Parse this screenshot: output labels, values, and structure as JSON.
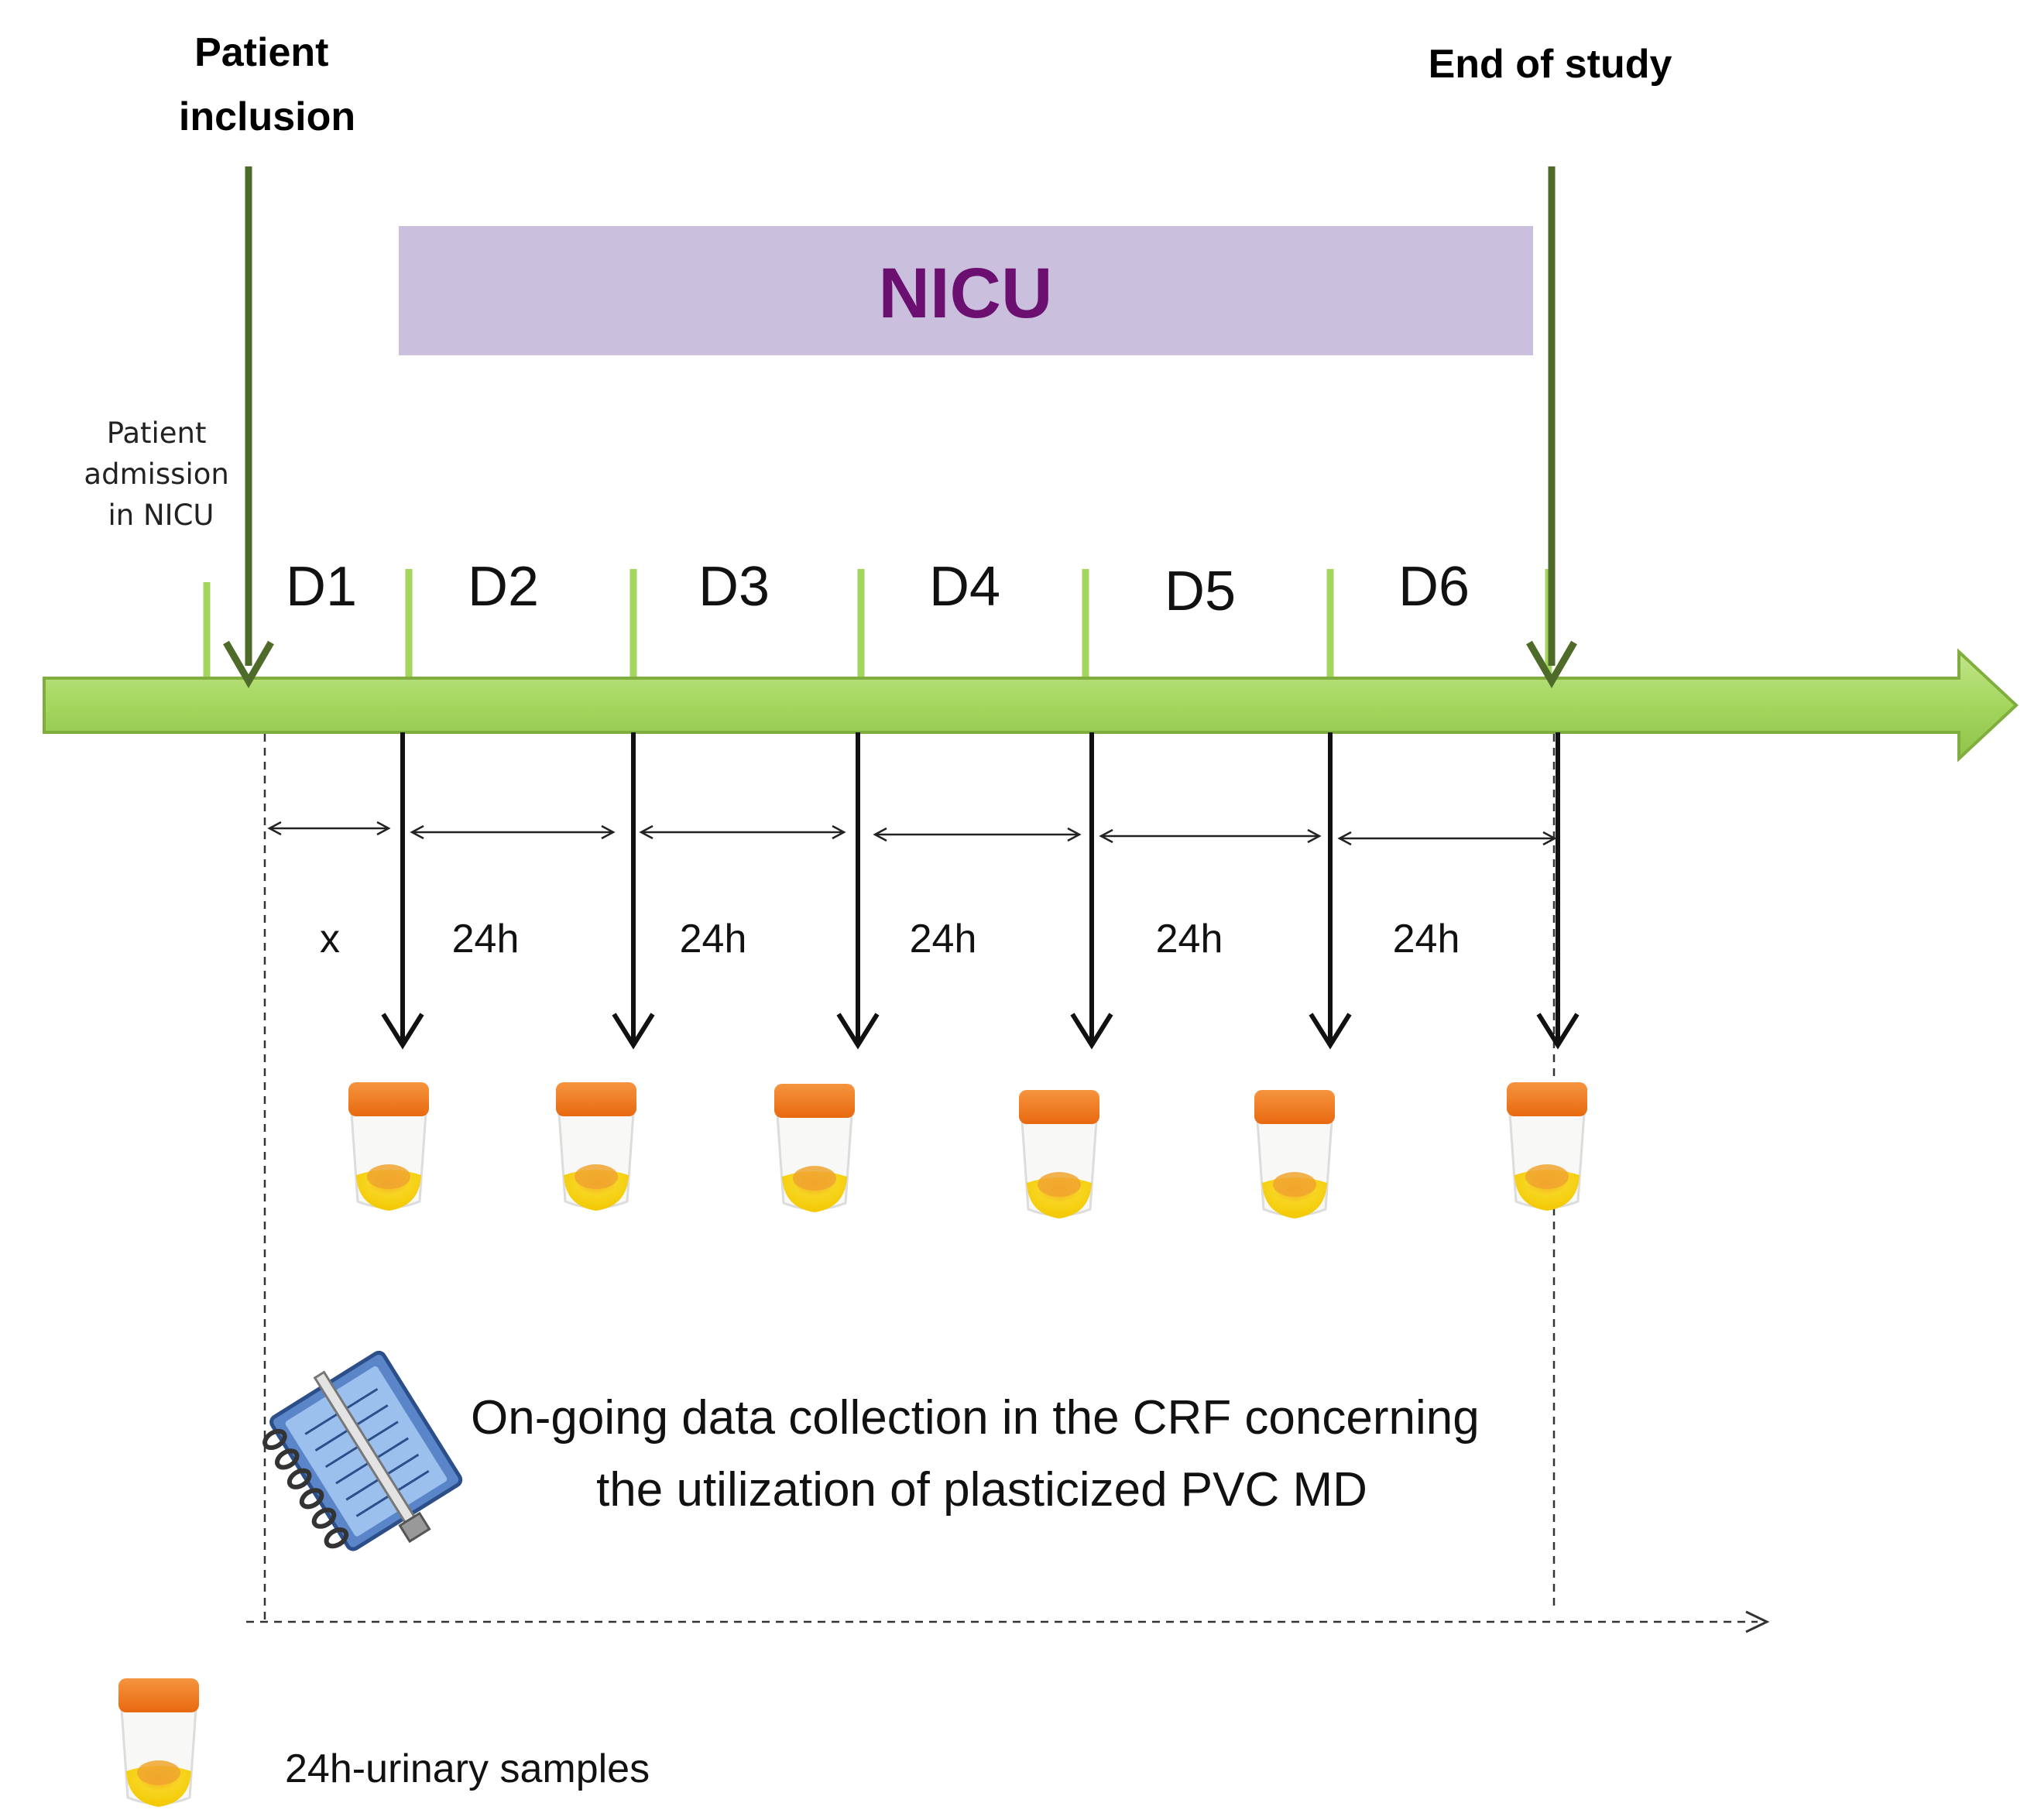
{
  "labels": {
    "patient_inclusion": [
      "Patient",
      "inclusion"
    ],
    "end_of_study": "End of study",
    "nicu": "NICU",
    "patient_admission": [
      "Patient",
      "admission",
      "in NICU"
    ],
    "days": [
      "D1",
      "D2",
      "D3",
      "D4",
      "D5",
      "D6"
    ],
    "intervals": [
      "x",
      "24h",
      "24h",
      "24h",
      "24h",
      "24h"
    ],
    "data_collection": [
      "On-going data collection in the CRF concerning",
      "the utilization of plasticized PVC MD"
    ],
    "legend_sample": "24h-urinary samples"
  },
  "icons": {
    "sample_cup": "urine-sample-cup-icon",
    "notebook": "crf-notebook-icon"
  },
  "colors": {
    "timeline": "#a4d65e",
    "timeline_border": "#7fae3e",
    "milestone_arrow": "#4e6b2a",
    "nicu_band": "#cbbfde",
    "nicu_text": "#6b1070",
    "cup_lid": "#f07c1e",
    "cup_liquid": "#f5d21a"
  }
}
